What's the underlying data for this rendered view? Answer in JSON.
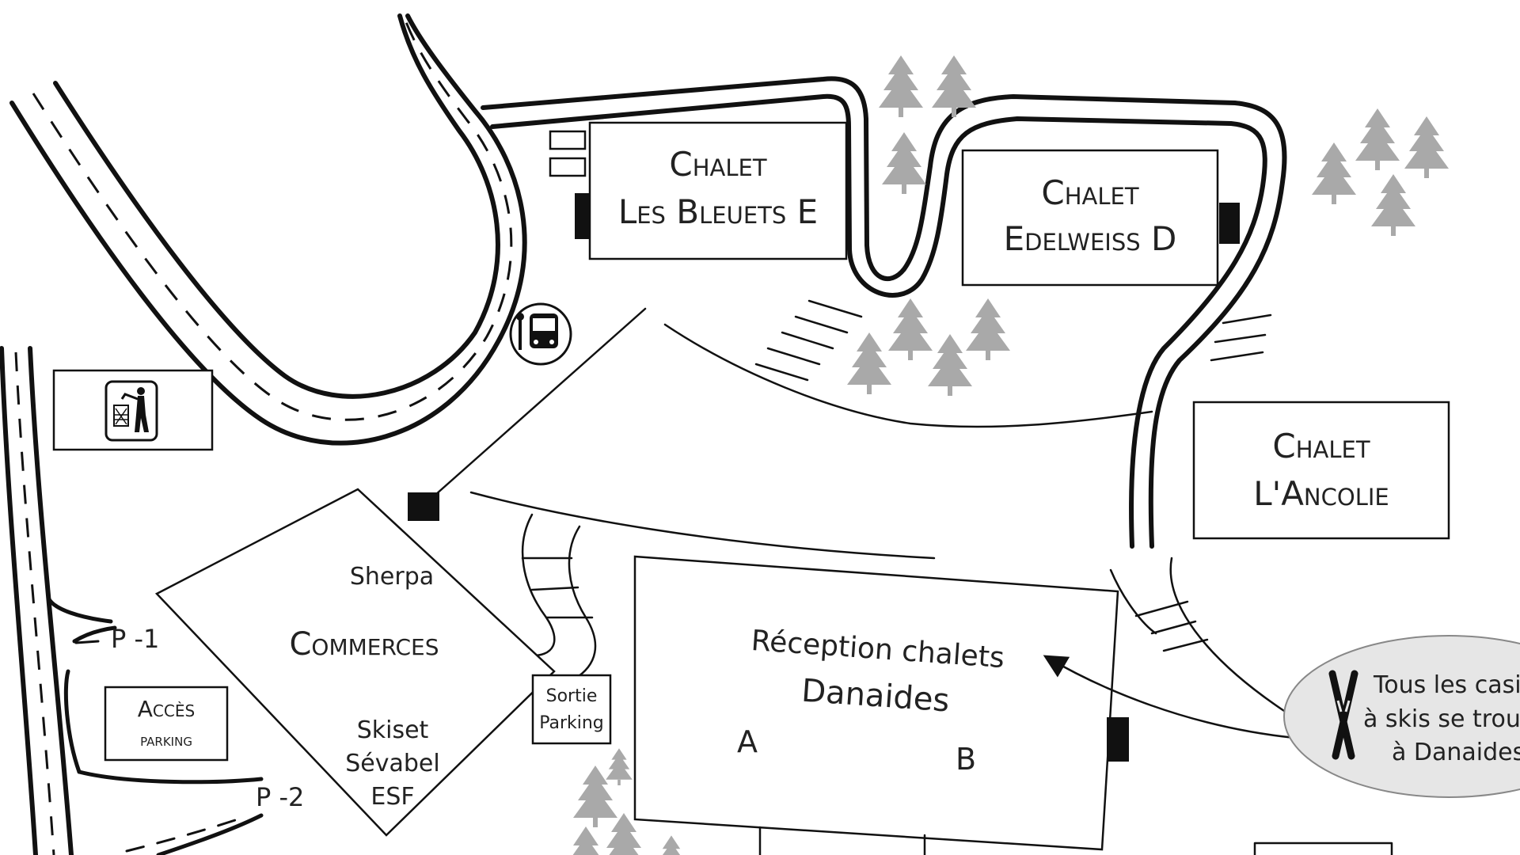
{
  "buildings": {
    "bleuets": {
      "line1": "Chalet",
      "line2": "Les Bleuets E"
    },
    "edelweiss": {
      "line1": "Chalet",
      "line2": "Edelweiss D"
    },
    "ancolie": {
      "line1": "Chalet",
      "line2": "L'Ancolie"
    },
    "reception": {
      "line1": "Réception chalets",
      "line2": "Danaides",
      "wing_a": "A",
      "wing_b": "B"
    },
    "commerces": {
      "title": "Commerces",
      "shop_1": "Sherpa",
      "shop_2": "Skiset",
      "shop_3": "Sévabel",
      "shop_4": "ESF"
    }
  },
  "parking": {
    "p1": "P -1",
    "p2": "P -2",
    "access_line1": "Accès",
    "access_line2": "parking",
    "exit_line1": "Sortie",
    "exit_line2": "Parking"
  },
  "callout": {
    "line1": "Tous les casiers",
    "line2": "à skis se trouvent",
    "line3": "à Danaides"
  },
  "icons": [
    "bus-stop-icon",
    "trash-bin-icon",
    "skis-icon",
    "tree-icon"
  ],
  "colors": {
    "ink": "#111111",
    "tree": "#a9a9a9",
    "callout_fill": "#e6e6e6",
    "background": "#ffffff"
  }
}
